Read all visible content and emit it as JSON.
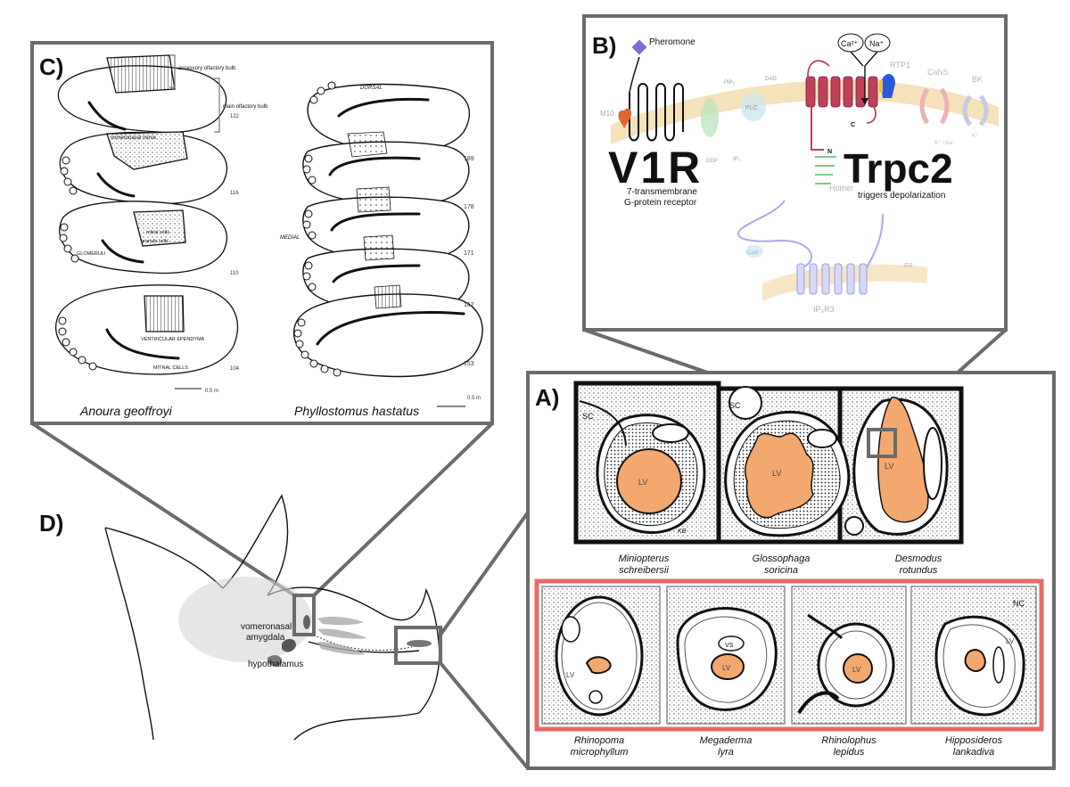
{
  "panels": {
    "a": {
      "letter": "A)"
    },
    "b": {
      "letter": "B)"
    },
    "c": {
      "letter": "C)"
    },
    "d": {
      "letter": "D)"
    }
  },
  "panel_b": {
    "pheromone": "Pheromone",
    "m10": "M10",
    "v1r_title": "V1R",
    "v1r_caption_line1": "7-transmembrane",
    "v1r_caption_line2": "G-protein receptor",
    "trpc2_title": "Trpc2",
    "trpc2_caption": "triggers depolarization",
    "ca_ion": "Ca²⁺",
    "na_ion": "Na⁺",
    "rtp1": "RTP1",
    "cans": "CaNS",
    "bk": "BK",
    "homer": "Homer",
    "ip3r3": "IP₃R3",
    "er": "ER",
    "cam": "CaM",
    "plc": "PLC",
    "gdp": "GDP",
    "dag": "DAG",
    "pip2": "PIP₂",
    "ip3": "IP₃",
    "k_na": "K⁺ / Na⁺",
    "k": "K⁺",
    "c_term": "C",
    "n_term": "N"
  },
  "panel_c": {
    "accessory_bulb": "accessory olfactory bulb",
    "main_bulb": "main olfactory bulb",
    "vomeronasal_nerve": "vomeronasal nerve",
    "glomeruli": "GLOMERULI",
    "mitral_cells_small": "mitral cells",
    "granule_cells": "granule cells",
    "ventricular_ependyma": "VENTRICULAR EPENDYMA",
    "mitral_cells": "MITRAL CELLS",
    "dorsal": "DORSAL",
    "medial": "MEDIAL",
    "left_numbers": [
      "122",
      "116",
      "110",
      "104"
    ],
    "right_numbers": [
      "189",
      "178",
      "171",
      "162",
      "153"
    ],
    "scale_left": "0.5 m",
    "scale_right": "0.5 m",
    "species_left": "Anoura geoffroyi",
    "species_right": "Phyllostomus hastatus"
  },
  "panel_a": {
    "sc": "SC",
    "nc": "NC",
    "lv": "LV",
    "vs": "VS",
    "signature": "KB",
    "top_species": [
      {
        "genus": "Miniopterus",
        "species": "schreibersii"
      },
      {
        "genus": "Glossophaga",
        "species": "soricina"
      },
      {
        "genus": "Desmodus",
        "species": "rotundus"
      }
    ],
    "bottom_species": [
      {
        "genus": "Rhinopoma",
        "species": "microphyllum"
      },
      {
        "genus": "Megaderma",
        "species": "lyra"
      },
      {
        "genus": "Rhinolophus",
        "species": "lepidus"
      },
      {
        "genus": "Hipposideros",
        "species": "lankadiva"
      }
    ]
  },
  "panel_d": {
    "vomeronasal_amygdala_line1": "vomeronasal",
    "vomeronasal_amygdala_line2": "amygdala",
    "hypothalamus": "hypothalamus"
  },
  "colors": {
    "frame": "#6b6b6b",
    "lv_orange": "#f2a86f",
    "red_frame": "#e86a6a",
    "membrane": "#f3dcae",
    "trpc2_red": "#c0405a",
    "ip3r3_purple": "#9b9ee0",
    "pheromone_purple": "#7b6fd1",
    "m10_orange": "#e2652f",
    "rtp1_blue": "#2a58e0"
  }
}
